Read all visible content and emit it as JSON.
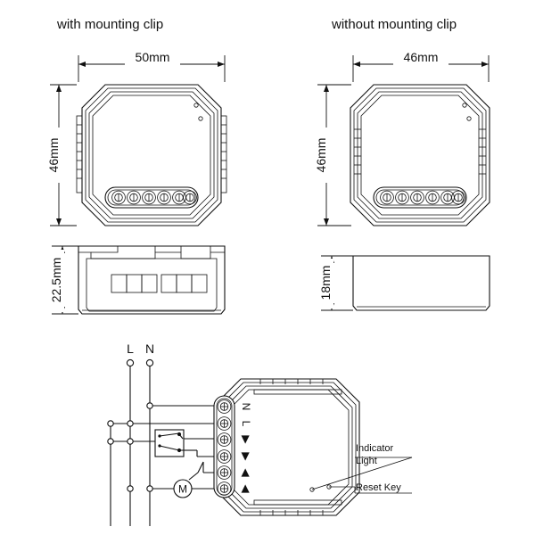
{
  "document": {
    "type": "product-dimension-drawing",
    "subject": "smart relay switch module",
    "background_color": "#ffffff",
    "line_color": "#111111"
  },
  "views": {
    "top_left": {
      "title": "with mounting clip",
      "width_dimension": "50mm",
      "height_dimension": "46mm",
      "terminal_count": 6,
      "has_mounting_clips": true,
      "face_indicators": 2
    },
    "top_right": {
      "title": "without mounting clip",
      "width_dimension": "46mm",
      "height_dimension": "46mm",
      "terminal_count": 6,
      "has_mounting_clips": false,
      "face_indicators": 2
    },
    "side_left": {
      "height_dimension": "22.5mm",
      "terminal_slot_count": 6,
      "has_mounting_clips": true
    },
    "side_right": {
      "height_dimension": "18mm",
      "terminal_slot_count": 0,
      "has_mounting_clips": false
    }
  },
  "wiring_diagram": {
    "supply_labels": [
      "L",
      "N"
    ],
    "terminals": [
      {
        "index": 1,
        "label": "N",
        "type": "text"
      },
      {
        "index": 2,
        "label": "L",
        "type": "text"
      },
      {
        "index": 3,
        "label": "▶",
        "type": "arrow-right"
      },
      {
        "index": 4,
        "label": "▶",
        "type": "arrow-right"
      },
      {
        "index": 5,
        "label": "◀",
        "type": "arrow-left"
      },
      {
        "index": 6,
        "label": "◀",
        "type": "arrow-left"
      }
    ],
    "motor_label": "M",
    "callouts": [
      {
        "id": "indicator-light",
        "line1": "Indicator",
        "line2": "Light"
      },
      {
        "id": "reset-key",
        "line1": "Reset Key",
        "line2": ""
      }
    ]
  }
}
